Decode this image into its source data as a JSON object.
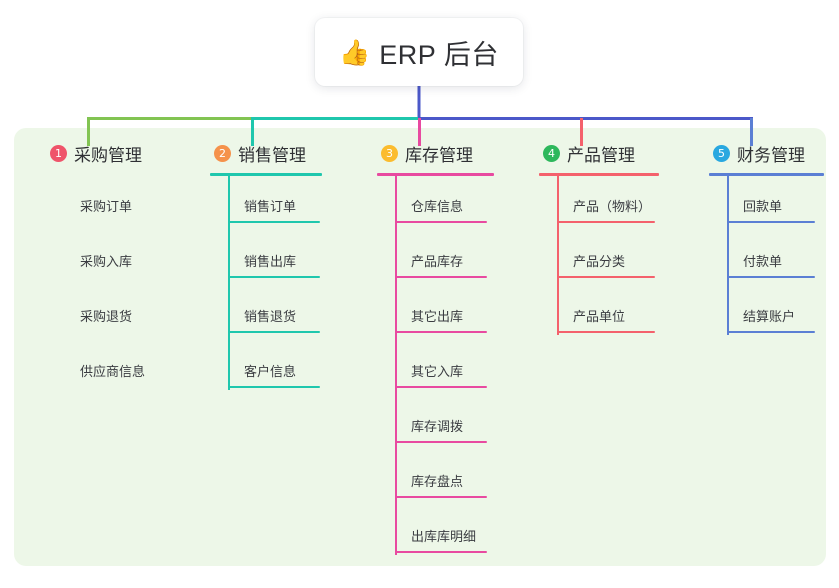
{
  "diagram": {
    "type": "mindmap",
    "root": {
      "icon": "thumbs-up-icon",
      "icon_glyph": "👍",
      "label": "ERP 后台"
    },
    "panel_color": "#edf7e8",
    "columns": [
      {
        "index": "1",
        "badge_number": "1",
        "badge_color": "#ef546a",
        "line_color": "#82c council",
        "title": "采购管理",
        "items": [
          "采购订单",
          "采购入库",
          "采购退货",
          "供应商信息"
        ]
      },
      {
        "index": "2",
        "badge_number": "2",
        "badge_color": "#f5924b",
        "line_color": "#1fc7ad",
        "title": "销售管理",
        "items": [
          "销售订单",
          "销售出库",
          "销售退货",
          "客户信息"
        ]
      },
      {
        "index": "3",
        "badge_number": "3",
        "badge_color": "#fbbc2e",
        "line_color": "#e84aa0",
        "title": "库存管理",
        "items": [
          "仓库信息",
          "产品库存",
          "其它出库",
          "其它入库",
          "库存调拨",
          "库存盘点",
          "出库库明细"
        ]
      },
      {
        "index": "4",
        "badge_number": "4",
        "badge_color": "#2eb85c",
        "line_color": "#f4616c",
        "title": "产品管理",
        "items": [
          "产品（物料）",
          "产品分类",
          "产品单位"
        ]
      },
      {
        "index": "5",
        "badge_number": "5",
        "badge_color": "#29a8e0",
        "line_color": "#5b7fd4",
        "title": "财务管理",
        "items": [
          "回款单",
          "付款单",
          "结算账户"
        ]
      }
    ],
    "connectors": {
      "trunk_color": "#4b58c9",
      "bar_segment_1_color": "#82c452",
      "bar_segment_2_color": "#1fc7ad",
      "bar_segment_3_color": "#4b58c9"
    }
  }
}
